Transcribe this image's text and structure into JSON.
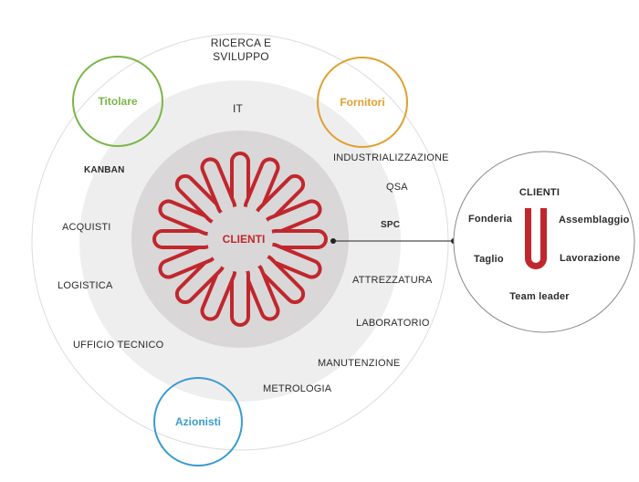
{
  "diagram": {
    "center_label": "CLIENTI",
    "outer_ring_labels": {
      "research": "RICERCA E\nSVILUPPO",
      "kanban": "KANBAN",
      "acquisti": "ACQUISTI",
      "logistica": "LOGISTICA",
      "ufficio_tecnico": "UFFICIO TECNICO",
      "metrologia": "METROLOGIA",
      "manutenzione": "MANUTENZIONE",
      "laboratorio": "LABORATORIO",
      "attrezzatura": "ATTREZZATURA",
      "spc": "SPC",
      "qsa": "QSA",
      "industrializzazione": "INDUSTRIALIZZAZIONE",
      "it": "IT"
    },
    "stakeholders": {
      "titolare": "Titolare",
      "fornitori": "Fornitori",
      "azionisti": "Azionisti"
    },
    "detail": {
      "title": "CLIENTI",
      "fonderia": "Fonderia",
      "assemblaggio": "Assemblaggio",
      "taglio": "Taglio",
      "lavorazione": "Lavorazione",
      "team_leader": "Team leader"
    },
    "colors": {
      "accent_red": "#c0272d",
      "titolare": "#7ab648",
      "fornitori": "#e0a030",
      "azionisti": "#3a9bd1",
      "ring_light": "#efeeee",
      "ring_mid": "#d9d7d7"
    }
  }
}
